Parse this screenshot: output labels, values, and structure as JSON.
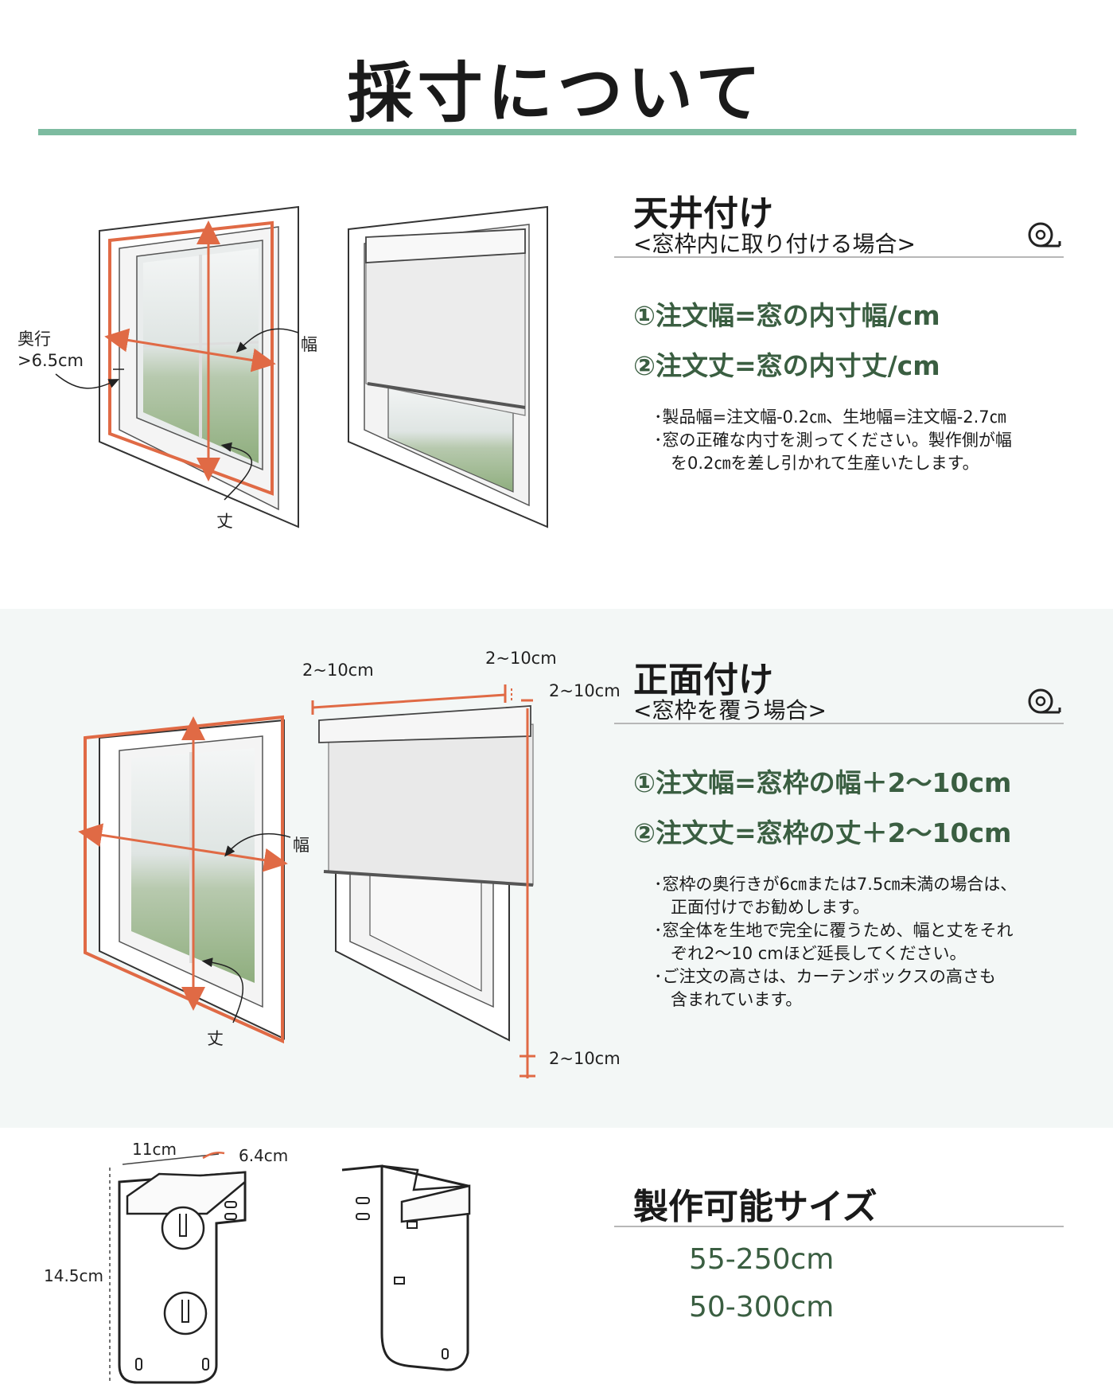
{
  "header": {
    "title": "採寸について",
    "accent_color": "#7dbba0"
  },
  "colors": {
    "measure_line": "#e06a45",
    "formula_text": "#3a5e41",
    "band_bg": "#f3f7f6"
  },
  "section_inside": {
    "title": "天井付け",
    "subtitle": "<窓枠内に取り付ける場合>",
    "icon": "measuring-tape-icon",
    "formula1": "①注文幅=窓の内寸幅/cm",
    "formula2": "②注文丈=窓の内寸丈/cm",
    "notes": [
      "･製品幅=注文幅-0.2㎝、生地幅=注文幅-2.7㎝",
      "･窓の正確な内寸を測ってください。製作側が幅",
      "　を0.2㎝を差し引かれて生産いたします。"
    ],
    "labels": {
      "depth_line1": "奥行",
      "depth_line2": ">6.5cm",
      "width": "幅",
      "height": "丈"
    }
  },
  "section_outside": {
    "title": "正面付け",
    "subtitle": "<窓枠を覆う場合>",
    "icon": "measuring-tape-icon",
    "formula1": "①注文幅=窓枠の幅＋2〜10cm",
    "formula2": "②注文丈=窓枠の丈＋2〜10cm",
    "notes": [
      "･窓枠の奥行きが6㎝または7.5㎝未満の場合は、",
      "　正面付けでお勧めします。",
      "･窓全体を生地で完全に覆うため、幅と丈をそれ",
      "　ぞれ2〜10 cmほど延長してください。",
      "･ご注文の高さは、カーテンボックスの高さも",
      "　含まれています。"
    ],
    "labels": {
      "width": "幅",
      "height": "丈",
      "margin_left": "2~10cm",
      "margin_right": "2~10cm",
      "margin_top": "2~10cm",
      "margin_bottom": "2~10cm"
    }
  },
  "section_size": {
    "title": "製作可能サイズ",
    "width_range": "55-250cm",
    "height_range": "50-300cm",
    "bracket_labels": {
      "width": "11cm",
      "depth": "6.4cm",
      "height": "14.5cm"
    }
  }
}
